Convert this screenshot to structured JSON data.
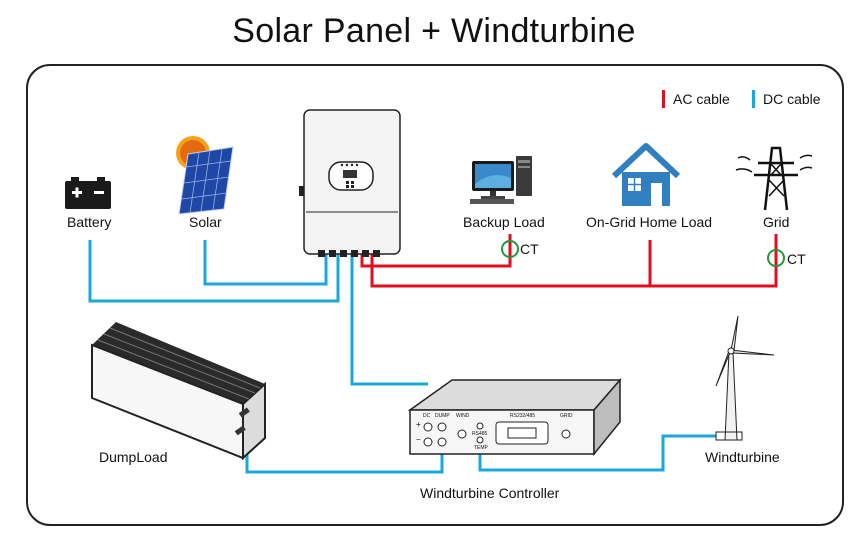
{
  "title": "Solar Panel + Windturbine",
  "legend": {
    "ac": {
      "label": "AC cable",
      "color": "#e30d1d"
    },
    "dc": {
      "label": "DC cable",
      "color": "#1aa7dc"
    }
  },
  "nodes": {
    "battery": "Battery",
    "solar": "Solar",
    "backup_load": "Backup Load",
    "ongrid_home_load": "On-Grid Home Load",
    "grid": "Grid",
    "dump_load": "DumpLoad",
    "windturbine": "Windturbine",
    "controller": "Windturbine Controller"
  },
  "ct_labels": [
    "CT",
    "CT"
  ],
  "controller_panel": {
    "dc": "DC",
    "dump": "DUMP",
    "wind": "WIND",
    "rs": "RS232/485",
    "grid": "GRID",
    "rs485": "RS485",
    "temp": "TEMP",
    "plus": "+",
    "minus": "−"
  },
  "colors": {
    "ac": "#e30d1d",
    "dc": "#1aa7dc",
    "ct": "#1e9a3b",
    "house": "#2f7fc1"
  }
}
